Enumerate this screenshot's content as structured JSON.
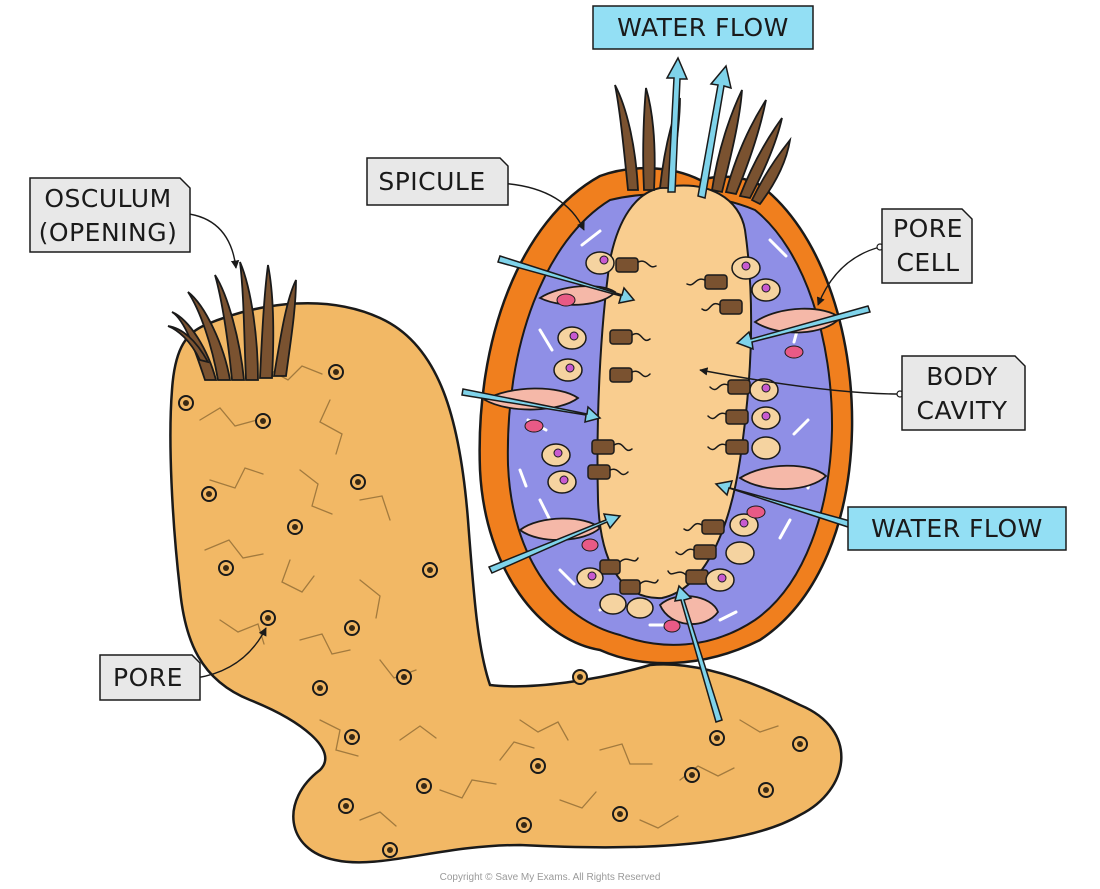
{
  "labels": {
    "water_flow_top": "WATER FLOW",
    "water_flow_right": "WATER FLOW",
    "spicule": "SPICULE",
    "osculum_line1": "OSCULUM",
    "osculum_line2": "(OPENING)",
    "pore_cell_line1": "PORE",
    "pore_cell_line2": "CELL",
    "body_cavity_line1": "BODY",
    "body_cavity_line2": "CAVITY",
    "pore": "PORE"
  },
  "copyright": "Copyright © Save My Exams. All Rights Reserved",
  "colors": {
    "sponge_body": "#f2b865",
    "cavity": "#f9cd8f",
    "outer_layer": "#f07f1e",
    "mesohyl": "#8f8fe6",
    "collar_cell": "#7a5230",
    "pore_cell": "#f5b8a8",
    "arrow": "#7fd3ea",
    "label_box": "#e8e8e8",
    "water_box": "#93dff4"
  }
}
